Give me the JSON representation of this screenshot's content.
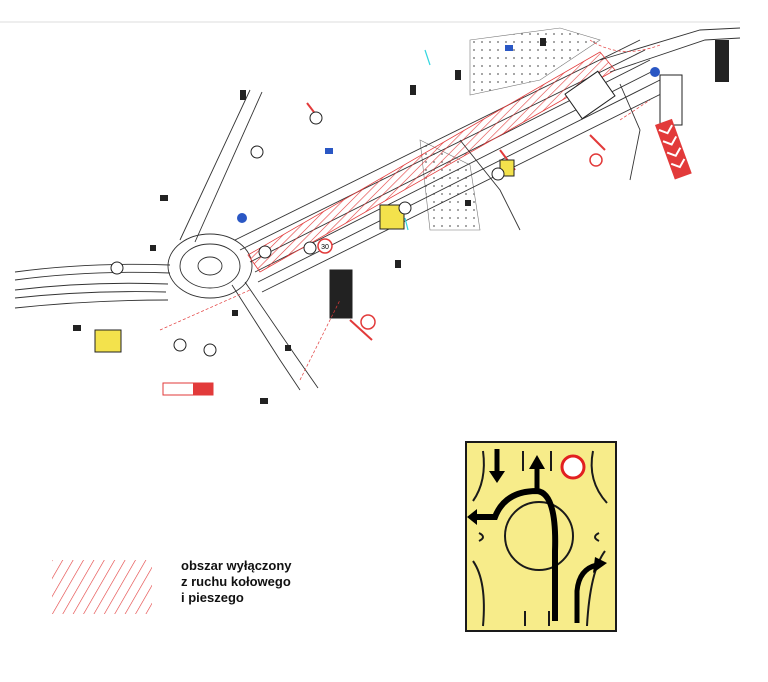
{
  "legend": {
    "line1": "obszar wyłączony",
    "line2": "z ruchu kołowego",
    "line3": "i pieszego"
  },
  "colors": {
    "excluded_area": "#e23a3a",
    "sign_background": "#f7ec8a",
    "sign_border": "#1a1a1a",
    "road_lines": "#444444"
  },
  "plan": {
    "speed_limit_value": "30"
  },
  "icons": {
    "sign": "roundabout-lane-direction-sign",
    "prohibition": "no-entry-circle-icon"
  }
}
